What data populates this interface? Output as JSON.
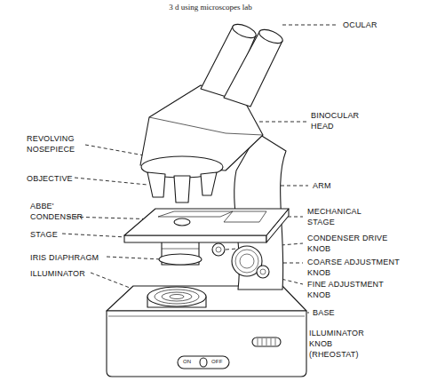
{
  "diagram": {
    "title": "3 d using microscopes lab",
    "labels": [
      "OCULAR",
      "BINOCULAR HEAD",
      "REVOLVING NOSEPIECE",
      "OBJECTIVE",
      "ARM",
      "ABBE' CONDENSER",
      "MECHANICAL STAGE",
      "STAGE",
      "CONDENSER DRIVE KNOB",
      "IRIS DIAPHRAGM",
      "COARSE ADJUSTMENT KNOB",
      "ILLUMINATOR",
      "FINE ADJUSTMENT KNOB",
      "BASE",
      "ILLUMINATOR KNOB (RHEOSTAT)",
      "ON",
      "OFF"
    ]
  }
}
